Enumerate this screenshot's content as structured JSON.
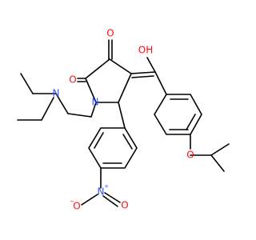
{
  "colors": {
    "background": "#ffffff",
    "bond": "#000000",
    "oxygen": "#ff0d0d",
    "nitrogen": "#2f52ff"
  },
  "atoms": {
    "carbonyl_o": {
      "text": "O",
      "color": "oxygen"
    },
    "ketone_o": {
      "text": "O",
      "color": "oxygen"
    },
    "hydroxyl": {
      "text": "OH",
      "color": "oxygen"
    },
    "ring_n": {
      "text": "N",
      "color": "nitrogen"
    },
    "amine_n": {
      "text": "N",
      "color": "nitrogen"
    },
    "ether_o": {
      "text": "O",
      "color": "oxygen"
    },
    "nitro_n": {
      "text": "N",
      "color": "nitrogen"
    },
    "nitro_n_charge": {
      "text": "+",
      "color": "nitrogen"
    },
    "nitro_o_left": {
      "text": "O",
      "color": "oxygen"
    },
    "nitro_o_left_charge": {
      "text": "−",
      "color": "oxygen"
    },
    "nitro_o_right": {
      "text": "O",
      "color": "oxygen"
    }
  }
}
